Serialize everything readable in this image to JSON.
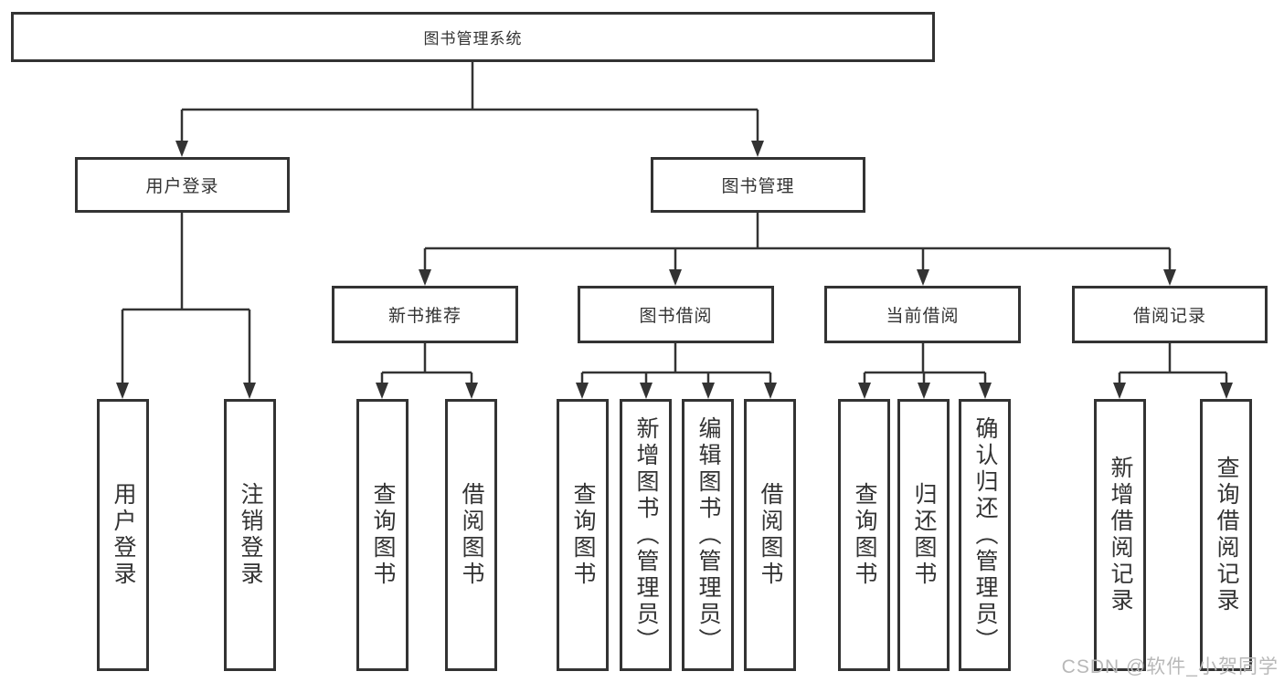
{
  "tree": {
    "root": {
      "label": "图书管理系统"
    },
    "branches": [
      {
        "label": "用户登录",
        "leaves": [
          {
            "label": "用户登录"
          },
          {
            "label": "注销登录"
          }
        ]
      },
      {
        "label": "图书管理",
        "sections": [
          {
            "label": "新书推荐",
            "leaves": [
              {
                "label": "查询图书"
              },
              {
                "label": "借阅图书"
              }
            ]
          },
          {
            "label": "图书借阅",
            "leaves": [
              {
                "label": "查询图书"
              },
              {
                "label": "新增图书（管理员）"
              },
              {
                "label": "编辑图书（管理员）"
              },
              {
                "label": "借阅图书"
              }
            ]
          },
          {
            "label": "当前借阅",
            "leaves": [
              {
                "label": "查询图书"
              },
              {
                "label": "归还图书"
              },
              {
                "label": "确认归还（管理员）"
              }
            ]
          },
          {
            "label": "借阅记录",
            "leaves": [
              {
                "label": "新增借阅记录"
              },
              {
                "label": "查询借阅记录"
              }
            ]
          }
        ]
      }
    ]
  },
  "watermark": {
    "text": "CSDN @软件_小贺同学"
  },
  "colors": {
    "line": "#333333",
    "text": "#333333",
    "background": "#ffffff",
    "watermark": "#b8b8b8"
  }
}
